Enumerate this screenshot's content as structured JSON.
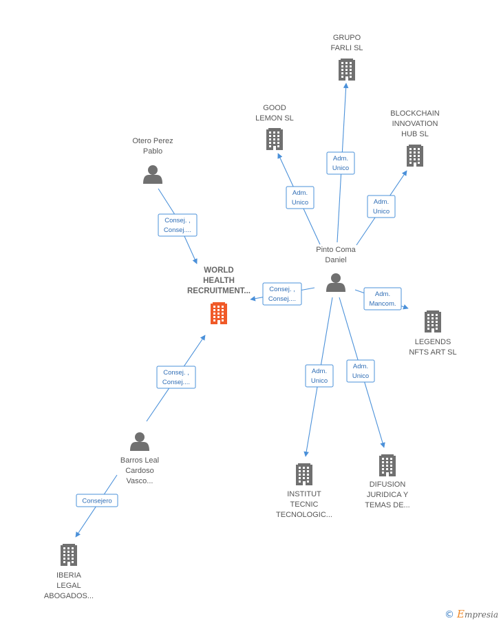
{
  "colors": {
    "edge": "#4a90d9",
    "edge_text": "#2f6db5",
    "company": "#707070",
    "focus_company": "#f05a28",
    "person": "#707070"
  },
  "nodes": [
    {
      "id": "world_health",
      "type": "company",
      "focus": true,
      "label": [
        "WORLD",
        "HEALTH",
        "RECRUITMENT..."
      ]
    },
    {
      "id": "grupo_farli",
      "type": "company",
      "label": [
        "GRUPO",
        "FARLI  SL"
      ]
    },
    {
      "id": "good_lemon",
      "type": "company",
      "label": [
        "GOOD",
        "LEMON  SL"
      ]
    },
    {
      "id": "blockchain",
      "type": "company",
      "label": [
        "BLOCKCHAIN",
        "INNOVATION",
        "HUB  SL"
      ]
    },
    {
      "id": "legends",
      "type": "company",
      "label": [
        "LEGENDS",
        "NFTS ART  SL"
      ]
    },
    {
      "id": "institut",
      "type": "company",
      "label": [
        "INSTITUT",
        "TECNIC",
        "TECNOLOGIC..."
      ]
    },
    {
      "id": "difusion",
      "type": "company",
      "label": [
        "DIFUSION",
        "JURIDICA Y",
        "TEMAS DE..."
      ]
    },
    {
      "id": "iberia",
      "type": "company",
      "label": [
        "IBERIA",
        "LEGAL",
        "ABOGADOS..."
      ]
    },
    {
      "id": "otero",
      "type": "person",
      "label": [
        "Otero Perez",
        "Pablo"
      ]
    },
    {
      "id": "pinto",
      "type": "person",
      "label": [
        "Pinto Coma",
        "Daniel"
      ]
    },
    {
      "id": "barros",
      "type": "person",
      "label": [
        "Barros Leal",
        "Cardoso",
        "Vasco..."
      ]
    }
  ],
  "edges": [
    {
      "from": "otero",
      "to": "world_health",
      "label": [
        "Consej. ,",
        "Consej...."
      ]
    },
    {
      "from": "barros",
      "to": "world_health",
      "label": [
        "Consej. ,",
        "Consej...."
      ]
    },
    {
      "from": "pinto",
      "to": "world_health",
      "label": [
        "Consej. ,",
        "Consej...."
      ]
    },
    {
      "from": "pinto",
      "to": "good_lemon",
      "label": [
        "Adm.",
        "Unico"
      ]
    },
    {
      "from": "pinto",
      "to": "grupo_farli",
      "label": [
        "Adm.",
        "Unico"
      ]
    },
    {
      "from": "pinto",
      "to": "blockchain",
      "label": [
        "Adm.",
        "Unico"
      ]
    },
    {
      "from": "pinto",
      "to": "legends",
      "label": [
        "Adm.",
        "Mancom."
      ]
    },
    {
      "from": "pinto",
      "to": "institut",
      "label": [
        "Adm.",
        "Unico"
      ]
    },
    {
      "from": "pinto",
      "to": "difusion",
      "label": [
        "Adm.",
        "Unico"
      ]
    },
    {
      "from": "barros",
      "to": "iberia",
      "label": [
        "Consejero"
      ]
    }
  ],
  "brand": {
    "symbol": "©",
    "initial": "E",
    "name": "mpresia"
  }
}
